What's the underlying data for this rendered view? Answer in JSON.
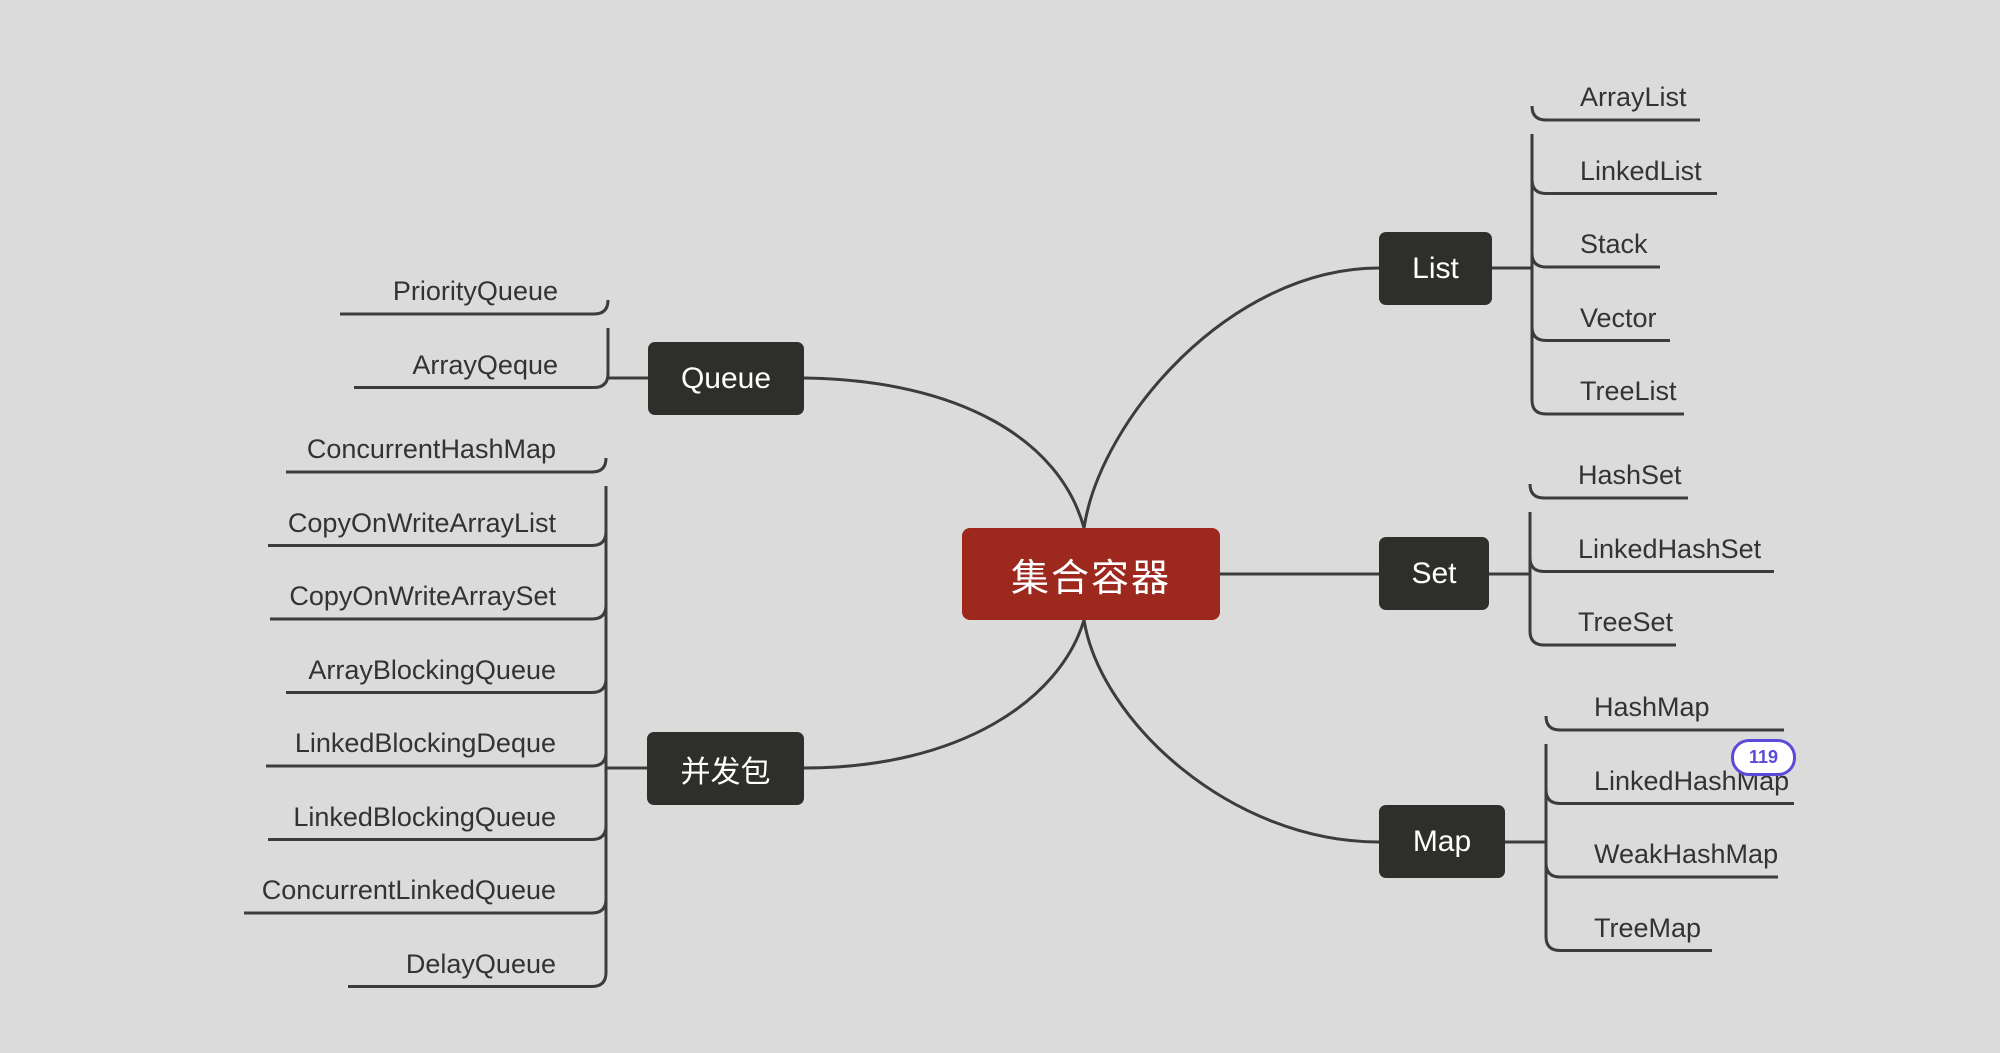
{
  "center": {
    "label": "集合容器"
  },
  "branches": {
    "list": {
      "label": "List",
      "children": [
        "ArrayList",
        "LinkedList",
        "Stack",
        "Vector",
        "TreeList"
      ]
    },
    "set": {
      "label": "Set",
      "children": [
        "HashSet",
        "LinkedHashSet",
        "TreeSet"
      ]
    },
    "map": {
      "label": "Map",
      "children": [
        "HashMap",
        "LinkedHashMap",
        "WeakHashMap",
        "TreeMap"
      ]
    },
    "queue": {
      "label": "Queue",
      "children": [
        "PriorityQueue",
        "ArrayQeque"
      ]
    },
    "concurrent": {
      "label": "并发包",
      "children": [
        "ConcurrentHashMap",
        "CopyOnWriteArrayList",
        "CopyOnWriteArraySet",
        "ArrayBlockingQueue",
        "LinkedBlockingDeque",
        "LinkedBlockingQueue",
        "ConcurrentLinkedQueue",
        "DelayQueue"
      ]
    }
  },
  "badge": {
    "text": "119"
  },
  "colors": {
    "background": "#dcdbdc",
    "center": "#9d281d",
    "branch": "#2e2e2b",
    "line": "#3c3c3c",
    "badge": "#5b4bd8"
  }
}
